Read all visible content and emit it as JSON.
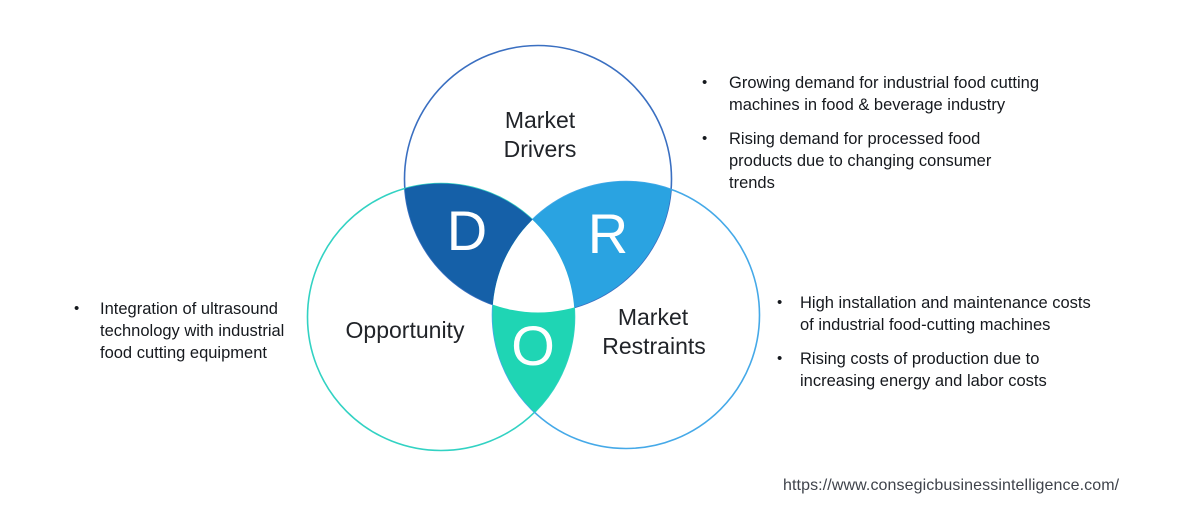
{
  "ui": {
    "bullet_char": "•"
  },
  "venn": {
    "drivers": {
      "label_line1": "Market",
      "label_line2": "Drivers",
      "letter": "D",
      "circle_stroke": "#3a6fc1",
      "lens_fill": "#1560a8"
    },
    "opportunity": {
      "label": "Opportunity",
      "letter": "O",
      "circle_stroke": "#32d2c3",
      "lens_fill": "#1fd5b4"
    },
    "restraints": {
      "label_line1": "Market",
      "label_line2": "Restraints",
      "letter": "R",
      "circle_stroke": "#45a9e8",
      "lens_fill": "#2aa3e1"
    }
  },
  "annotations": {
    "drivers_bullets": [
      "Growing demand for industrial food cutting machines in food & beverage industry",
      "Rising demand for processed food products due to changing consumer trends"
    ],
    "opportunity_bullets": [
      "Integration of ultrasound technology with industrial food cutting equipment"
    ],
    "restraints_bullets": [
      "High installation and maintenance costs of industrial food-cutting machines",
      "Rising costs of production due to increasing energy and labor costs"
    ]
  },
  "footer": {
    "url": "https://www.consegicbusinessintelligence.com/"
  }
}
